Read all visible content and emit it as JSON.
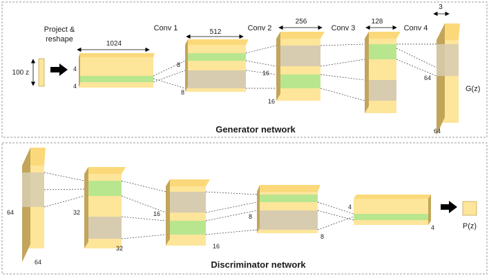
{
  "generator": {
    "title": "Generator network",
    "input": {
      "label": "100 z"
    },
    "project": {
      "line1": "Project &",
      "line2": "reshape"
    },
    "layers": [
      {
        "name": "",
        "depth": "1024",
        "h": "4",
        "w": "4"
      },
      {
        "name": "Conv 1",
        "depth": "512",
        "h": "8",
        "w": "8"
      },
      {
        "name": "Conv 2",
        "depth": "256",
        "h": "16",
        "w": "16"
      },
      {
        "name": "Conv 3",
        "depth": "128",
        "h": "",
        "w": ""
      },
      {
        "name": "Conv 4",
        "depth": "3",
        "h": "64",
        "w": "64"
      }
    ],
    "output": "G(z)"
  },
  "discriminator": {
    "title": "Discriminator network",
    "layers": [
      {
        "h": "64",
        "w": "64"
      },
      {
        "h": "32",
        "w": "32"
      },
      {
        "h": "16",
        "w": "16"
      },
      {
        "h": "8",
        "w": "8"
      },
      {
        "h": "4",
        "w": "4"
      }
    ],
    "output": "P(z)"
  },
  "colors": {
    "front": "#fde59a",
    "top": "#fbd97a",
    "side": "#c2a55b",
    "green": "#b8e68e",
    "gray": "#d7ccb0",
    "border": "#9a9a9a"
  }
}
